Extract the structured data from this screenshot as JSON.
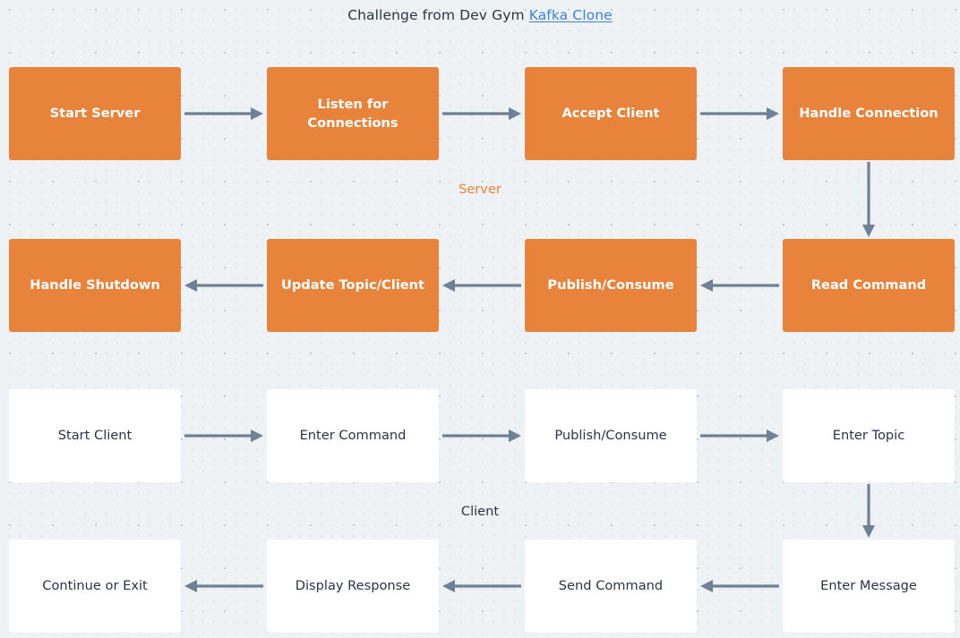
{
  "header": {
    "title_prefix": "Challenge from Dev Gym",
    "link_label": "Kafka Clone"
  },
  "colors": {
    "server_box": "#e8833c",
    "client_box": "#ffffff",
    "background": "#eff2f5",
    "arrow": "#6e8195",
    "link": "#3b82e0",
    "text_dark": "#2b3445",
    "text_light": "#ffffff"
  },
  "sections": [
    {
      "id": "server",
      "label": "Server"
    },
    {
      "id": "client",
      "label": "Client"
    }
  ],
  "nodes": {
    "server_row1": [
      {
        "id": "start-server",
        "label": "Start Server"
      },
      {
        "id": "listen-for-connections",
        "label": "Listen for Connections"
      },
      {
        "id": "accept-client",
        "label": "Accept Client"
      },
      {
        "id": "handle-connection",
        "label": "Handle Connection"
      }
    ],
    "server_row2": [
      {
        "id": "handle-shutdown",
        "label": "Handle Shutdown"
      },
      {
        "id": "update-topic-client",
        "label": "Update Topic/Client"
      },
      {
        "id": "publish-consume-server",
        "label": "Publish/Consume"
      },
      {
        "id": "read-command",
        "label": "Read Command"
      }
    ],
    "client_row1": [
      {
        "id": "start-client",
        "label": "Start Client"
      },
      {
        "id": "enter-command",
        "label": "Enter Command"
      },
      {
        "id": "publish-consume-client",
        "label": "Publish/Consume"
      },
      {
        "id": "enter-topic",
        "label": "Enter Topic"
      }
    ],
    "client_row2": [
      {
        "id": "continue-or-exit",
        "label": "Continue or Exit"
      },
      {
        "id": "display-response",
        "label": "Display Response"
      },
      {
        "id": "send-command",
        "label": "Send Command"
      },
      {
        "id": "enter-message",
        "label": "Enter Message"
      }
    ]
  },
  "edges": [
    {
      "from": "start-server",
      "to": "listen-for-connections",
      "direction": "right"
    },
    {
      "from": "listen-for-connections",
      "to": "accept-client",
      "direction": "right"
    },
    {
      "from": "accept-client",
      "to": "handle-connection",
      "direction": "right"
    },
    {
      "from": "handle-connection",
      "to": "read-command",
      "direction": "down"
    },
    {
      "from": "read-command",
      "to": "publish-consume-server",
      "direction": "left"
    },
    {
      "from": "publish-consume-server",
      "to": "update-topic-client",
      "direction": "left"
    },
    {
      "from": "update-topic-client",
      "to": "handle-shutdown",
      "direction": "left"
    },
    {
      "from": "start-client",
      "to": "enter-command",
      "direction": "right"
    },
    {
      "from": "enter-command",
      "to": "publish-consume-client",
      "direction": "right"
    },
    {
      "from": "publish-consume-client",
      "to": "enter-topic",
      "direction": "right"
    },
    {
      "from": "enter-topic",
      "to": "enter-message",
      "direction": "down"
    },
    {
      "from": "enter-message",
      "to": "send-command",
      "direction": "left"
    },
    {
      "from": "send-command",
      "to": "display-response",
      "direction": "left"
    },
    {
      "from": "display-response",
      "to": "continue-or-exit",
      "direction": "left"
    }
  ]
}
